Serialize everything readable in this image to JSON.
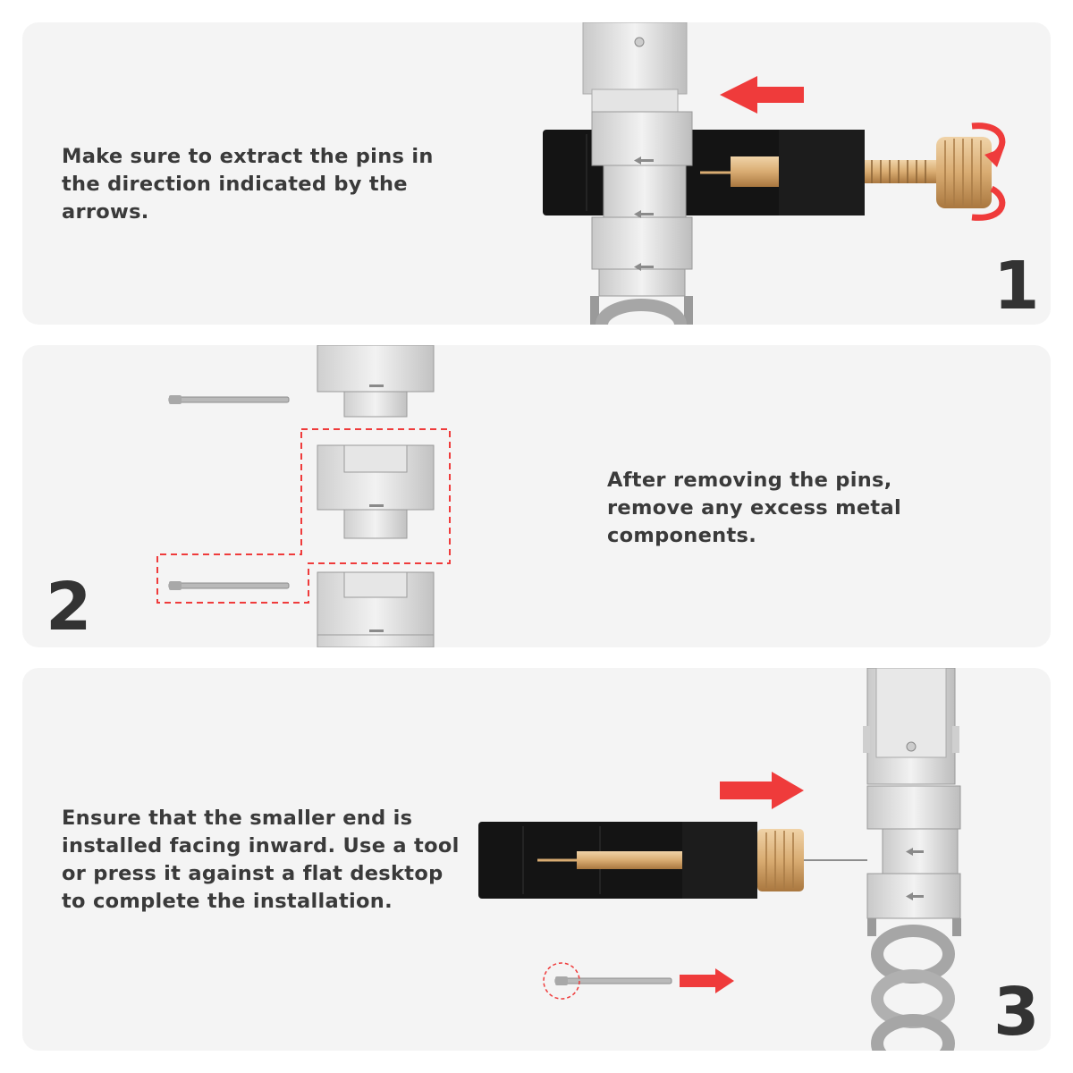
{
  "steps": [
    {
      "number": "1",
      "text": "Make sure to extract the pins in the direction indicated by the arrows."
    },
    {
      "number": "2",
      "text": "After removing the pins, remove any excess metal components."
    },
    {
      "number": "3",
      "text": "Ensure that the smaller end is installed facing inward. Use a tool or press it against a flat desktop to complete the installation."
    }
  ],
  "colors": {
    "panel_bg": "#f4f4f4",
    "text": "#3a3a3a",
    "arrow_red": "#ef3b3b",
    "tool_black": "#121212",
    "brass": "#d9b07f",
    "steel": "#d8d8d8"
  },
  "icons": [
    "left-arrow-icon",
    "rotate-arrow-icon",
    "right-arrow-icon",
    "dashed-circle-highlight"
  ]
}
